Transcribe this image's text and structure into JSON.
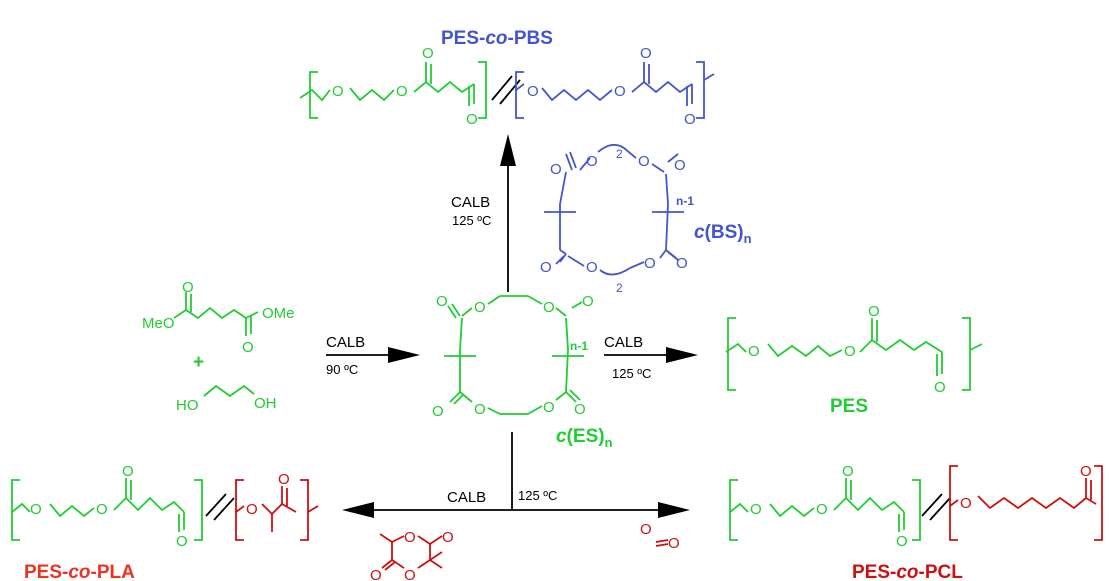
{
  "colors": {
    "green": "#22cc33",
    "blue": "#4455cc",
    "red": "#cc1111",
    "orange_red": "#ee3322",
    "black": "#000000"
  },
  "products": {
    "pes_pbs": {
      "prefix": "PES-",
      "co": "co",
      "suffix": "-PBS"
    },
    "pes": {
      "label": "PES"
    },
    "pes_pla": {
      "prefix": "PES-",
      "co": "co",
      "suffix": "-PLA"
    },
    "pes_pcl": {
      "prefix": "PES-",
      "co": "co",
      "suffix": "-PCL"
    }
  },
  "intermediates": {
    "ces": {
      "c": "c",
      "open": "(ES)",
      "sub": "n"
    },
    "cbs": {
      "c": "c",
      "open": "(BS)",
      "sub": "n"
    }
  },
  "reagents": {
    "meo": "MeO",
    "ome": "OMe",
    "plus": "+",
    "ho": "HO",
    "oh": "OH"
  },
  "atoms": {
    "o": "O",
    "n_minus_1": "n-1",
    "two": "2"
  },
  "conditions": {
    "step1_catalyst": "CALB",
    "step1_temp": "90 ºC",
    "up_catalyst": "CALB",
    "up_temp": "125 ºC",
    "right_catalyst": "CALB",
    "right_temp": "125 ºC",
    "down_catalyst": "CALB",
    "down_temp": "125 ºC"
  }
}
